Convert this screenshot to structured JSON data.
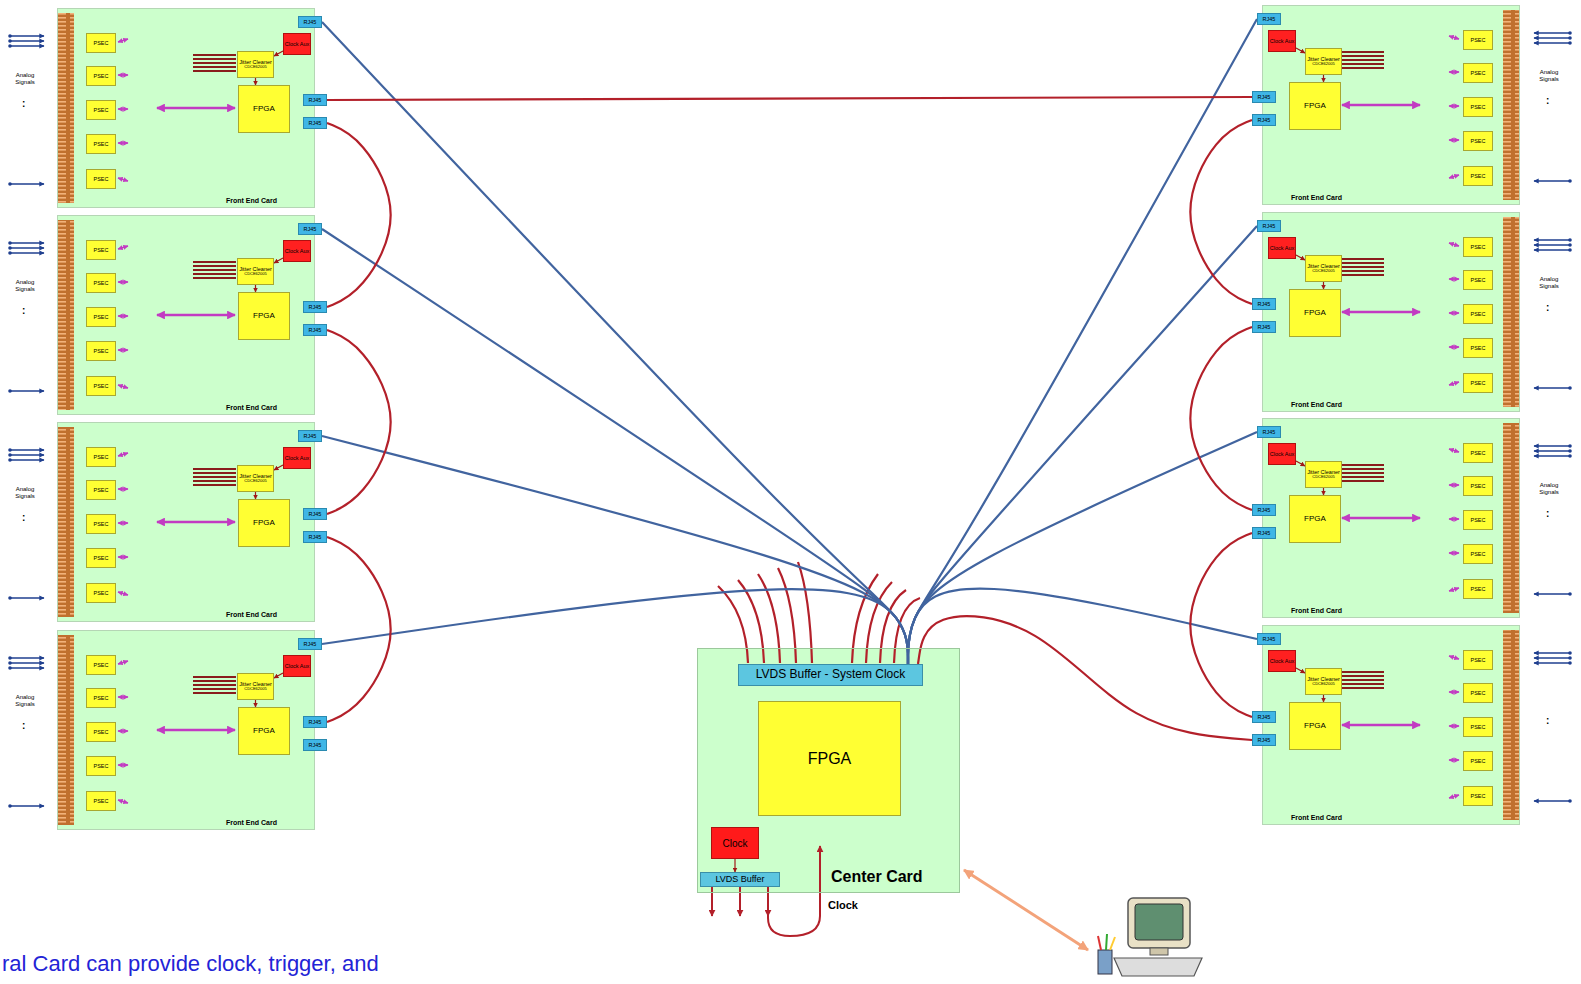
{
  "diagram": {
    "nodes": [
      {
        "text": [
          "Front End Card"
        ]
      },
      {
        "text": [
          "PSEC"
        ],
        "in": 0
      },
      {
        "text": [
          "PSEC"
        ],
        "in": 0
      },
      {
        "text": [
          "PSEC"
        ],
        "in": 0
      },
      {
        "text": [
          "PSEC"
        ],
        "in": 0
      },
      {
        "text": [
          "PSEC"
        ],
        "in": 0
      },
      {
        "text": [
          "Clock Aux"
        ],
        "in": 0
      },
      {
        "text": [
          "Jitter Cleaner",
          "CDCE62005"
        ],
        "in": 0
      },
      {
        "text": [
          "FPGA"
        ],
        "in": 0
      },
      {
        "text": [
          "RJ45"
        ],
        "in": 0
      },
      {
        "text": [
          "RJ45"
        ],
        "in": 0
      },
      {
        "text": [
          "RJ45"
        ],
        "in": 0
      },
      {
        "text": [
          "Front End Card"
        ]
      },
      {
        "text": [
          "PSEC"
        ],
        "in": 12
      },
      {
        "text": [
          "PSEC"
        ],
        "in": 12
      },
      {
        "text": [
          "PSEC"
        ],
        "in": 12
      },
      {
        "text": [
          "PSEC"
        ],
        "in": 12
      },
      {
        "text": [
          "PSEC"
        ],
        "in": 12
      },
      {
        "text": [
          "Clock Aux"
        ],
        "in": 12
      },
      {
        "text": [
          "Jitter Cleaner",
          "CDCE62005"
        ],
        "in": 12
      },
      {
        "text": [
          "FPGA"
        ],
        "in": 12
      },
      {
        "text": [
          "RJ45"
        ],
        "in": 12
      },
      {
        "text": [
          "RJ45"
        ],
        "in": 12
      },
      {
        "text": [
          "RJ45"
        ],
        "in": 12
      },
      {
        "text": [
          "Front End Card"
        ]
      },
      {
        "text": [
          "PSEC"
        ],
        "in": 24
      },
      {
        "text": [
          "PSEC"
        ],
        "in": 24
      },
      {
        "text": [
          "PSEC"
        ],
        "in": 24
      },
      {
        "text": [
          "PSEC"
        ],
        "in": 24
      },
      {
        "text": [
          "PSEC"
        ],
        "in": 24
      },
      {
        "text": [
          "Clock Aux"
        ],
        "in": 24
      },
      {
        "text": [
          "Jitter Cleaner",
          "CDCE62005"
        ],
        "in": 24
      },
      {
        "text": [
          "FPGA"
        ],
        "in": 24
      },
      {
        "text": [
          "RJ45"
        ],
        "in": 24
      },
      {
        "text": [
          "RJ45"
        ],
        "in": 24
      },
      {
        "text": [
          "RJ45"
        ],
        "in": 24
      },
      {
        "text": [
          "Front End Card"
        ]
      },
      {
        "text": [
          "PSEC"
        ],
        "in": 36
      },
      {
        "text": [
          "PSEC"
        ],
        "in": 36
      },
      {
        "text": [
          "PSEC"
        ],
        "in": 36
      },
      {
        "text": [
          "PSEC"
        ],
        "in": 36
      },
      {
        "text": [
          "PSEC"
        ],
        "in": 36
      },
      {
        "text": [
          "Clock Aux"
        ],
        "in": 36
      },
      {
        "text": [
          "Jitter Cleaner",
          "CDCE62005"
        ],
        "in": 36
      },
      {
        "text": [
          "FPGA"
        ],
        "in": 36
      },
      {
        "text": [
          "RJ45"
        ],
        "in": 36
      },
      {
        "text": [
          "RJ45"
        ],
        "in": 36
      },
      {
        "text": [
          "RJ45"
        ],
        "in": 36
      },
      {
        "text": [
          "Front End Card"
        ]
      },
      {
        "text": [
          "PSEC"
        ],
        "in": 48
      },
      {
        "text": [
          "PSEC"
        ],
        "in": 48
      },
      {
        "text": [
          "PSEC"
        ],
        "in": 48
      },
      {
        "text": [
          "PSEC"
        ],
        "in": 48
      },
      {
        "text": [
          "PSEC"
        ],
        "in": 48
      },
      {
        "text": [
          "Clock Aux"
        ],
        "in": 48
      },
      {
        "text": [
          "Jitter Cleaner",
          "CDCE62005"
        ],
        "in": 48
      },
      {
        "text": [
          "FPGA"
        ],
        "in": 48
      },
      {
        "text": [
          "RJ45"
        ],
        "in": 48
      },
      {
        "text": [
          "RJ45"
        ],
        "in": 48
      },
      {
        "text": [
          "RJ45"
        ],
        "in": 48
      },
      {
        "text": [
          "Front End Card"
        ]
      },
      {
        "text": [
          "PSEC"
        ],
        "in": 60
      },
      {
        "text": [
          "PSEC"
        ],
        "in": 60
      },
      {
        "text": [
          "PSEC"
        ],
        "in": 60
      },
      {
        "text": [
          "PSEC"
        ],
        "in": 60
      },
      {
        "text": [
          "PSEC"
        ],
        "in": 60
      },
      {
        "text": [
          "Clock Aux"
        ],
        "in": 60
      },
      {
        "text": [
          "Jitter Cleaner",
          "CDCE62005"
        ],
        "in": 60
      },
      {
        "text": [
          "FPGA"
        ],
        "in": 60
      },
      {
        "text": [
          "RJ45"
        ],
        "in": 60
      },
      {
        "text": [
          "RJ45"
        ],
        "in": 60
      },
      {
        "text": [
          "RJ45"
        ],
        "in": 60
      },
      {
        "text": [
          "Front End Card"
        ]
      },
      {
        "text": [
          "PSEC"
        ],
        "in": 72
      },
      {
        "text": [
          "PSEC"
        ],
        "in": 72
      },
      {
        "text": [
          "PSEC"
        ],
        "in": 72
      },
      {
        "text": [
          "PSEC"
        ],
        "in": 72
      },
      {
        "text": [
          "PSEC"
        ],
        "in": 72
      },
      {
        "text": [
          "Clock Aux"
        ],
        "in": 72
      },
      {
        "text": [
          "Jitter Cleaner",
          "CDCE62005"
        ],
        "in": 72
      },
      {
        "text": [
          "FPGA"
        ],
        "in": 72
      },
      {
        "text": [
          "RJ45"
        ],
        "in": 72
      },
      {
        "text": [
          "RJ45"
        ],
        "in": 72
      },
      {
        "text": [
          "RJ45"
        ],
        "in": 72
      },
      {
        "text": [
          "Front End Card"
        ]
      },
      {
        "text": [
          "PSEC"
        ],
        "in": 84
      },
      {
        "text": [
          "PSEC"
        ],
        "in": 84
      },
      {
        "text": [
          "PSEC"
        ],
        "in": 84
      },
      {
        "text": [
          "PSEC"
        ],
        "in": 84
      },
      {
        "text": [
          "PSEC"
        ],
        "in": 84
      },
      {
        "text": [
          "Clock Aux"
        ],
        "in": 84
      },
      {
        "text": [
          "Jitter Cleaner",
          "CDCE62005"
        ],
        "in": 84
      },
      {
        "text": [
          "FPGA"
        ],
        "in": 84
      },
      {
        "text": [
          "RJ45"
        ],
        "in": 84
      },
      {
        "text": [
          "RJ45"
        ],
        "in": 84
      },
      {
        "text": [
          "RJ45"
        ],
        "in": 84
      },
      {
        "text": [
          "Center Card"
        ]
      },
      {
        "text": [
          "LVDS Buffer - System Clock"
        ],
        "in": 96
      },
      {
        "text": [
          "FPGA"
        ],
        "in": 96
      },
      {
        "text": [
          "Clock"
        ],
        "in": 96
      },
      {
        "text": [
          "LVDS Buffer"
        ],
        "in": 96
      }
    ],
    "edges": [
      {
        "from": 97,
        "to": 9,
        "arrow": "none"
      },
      {
        "from": 97,
        "to": 21,
        "arrow": "none"
      },
      {
        "from": 97,
        "to": 33,
        "arrow": "none"
      },
      {
        "from": 97,
        "to": 45,
        "arrow": "none"
      },
      {
        "from": 97,
        "to": 57,
        "arrow": "none"
      },
      {
        "from": 97,
        "to": 69,
        "arrow": "none"
      },
      {
        "from": 97,
        "to": 81,
        "arrow": "none"
      },
      {
        "from": 97,
        "to": 93,
        "arrow": "none"
      },
      {
        "from": 11,
        "to": 22,
        "arrow": "none"
      },
      {
        "from": 23,
        "to": 34,
        "arrow": "none"
      },
      {
        "from": 35,
        "to": 46,
        "arrow": "none"
      },
      {
        "from": 59,
        "to": 70,
        "arrow": "none"
      },
      {
        "from": 71,
        "to": 82,
        "arrow": "none"
      },
      {
        "from": 83,
        "to": 94,
        "arrow": "none"
      },
      {
        "from": 10,
        "to": 58,
        "arrow": "none"
      },
      {
        "from": 97,
        "to": 95,
        "arrow": "none"
      },
      {
        "from": 6,
        "to": 7,
        "arrow": "to"
      },
      {
        "from": 7,
        "to": 8,
        "arrow": "to"
      },
      {
        "from": 18,
        "to": 19,
        "arrow": "to"
      },
      {
        "from": 19,
        "to": 20,
        "arrow": "to"
      },
      {
        "from": 30,
        "to": 31,
        "arrow": "to"
      },
      {
        "from": 31,
        "to": 32,
        "arrow": "to"
      },
      {
        "from": 42,
        "to": 43,
        "arrow": "to"
      },
      {
        "from": 43,
        "to": 44,
        "arrow": "to"
      },
      {
        "from": 54,
        "to": 55,
        "arrow": "to"
      },
      {
        "from": 55,
        "to": 56,
        "arrow": "to"
      },
      {
        "from": 66,
        "to": 67,
        "arrow": "to"
      },
      {
        "from": 67,
        "to": 68,
        "arrow": "to"
      },
      {
        "from": 78,
        "to": 79,
        "arrow": "to"
      },
      {
        "from": 79,
        "to": 80,
        "arrow": "to"
      },
      {
        "from": 90,
        "to": 91,
        "arrow": "to"
      },
      {
        "from": 91,
        "to": 92,
        "arrow": "to"
      },
      {
        "from": 99,
        "to": 100,
        "arrow": "to"
      }
    ],
    "labels": [
      "Analog Signals",
      ":",
      "Analog Signals",
      ":",
      "Analog Signals",
      ":",
      "Analog Signals",
      ":",
      "Analog Signals",
      ":",
      "Analog Signals",
      ":",
      "Analog Signals",
      ":",
      ":",
      "Clock",
      "ral Card can provide clock, trigger, and"
    ]
  }
}
